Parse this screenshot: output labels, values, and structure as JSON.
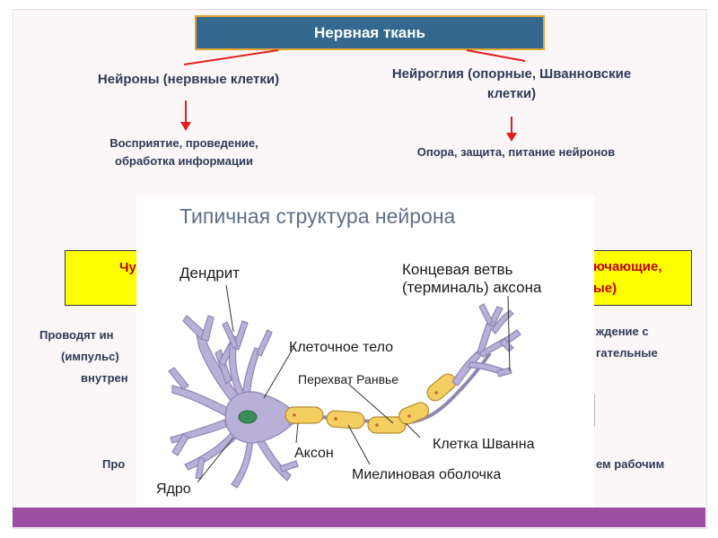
{
  "header": {
    "title": "Нервная ткань"
  },
  "top": {
    "neurons_label": "Нейроны (нервные клетки)",
    "neurons_function": [
      "Восприятие, проведение,",
      "обработка информации"
    ],
    "glia_label": [
      "Нейроглия (опорные, Шванновские",
      "клетки)"
    ],
    "glia_function": "Опора, защита, питание нейронов"
  },
  "background": {
    "yellow_left": "Чу",
    "yellow_right": [
      "ючающие,",
      "ые)"
    ],
    "left_lines": [
      "Проводят ин",
      "(импульс)",
      "внутрен"
    ],
    "left_bottom": "Про",
    "right_lines": [
      "ждение с",
      "гательные"
    ],
    "right_bottom": "ем рабочим"
  },
  "panel": {
    "title": "Типичная структура нейрона",
    "labels": {
      "dendrite": "Дендрит",
      "terminal_1": "Концевая ветвь",
      "terminal_2": "(терминаль) аксона",
      "cell_body": "Клеточное тело",
      "ranvier": "Перехват Ранвье",
      "schwann": "Клетка Шванна",
      "axon": "Аксон",
      "myelin": "Миелиновая оболочка",
      "nucleus": "Ядро"
    }
  },
  "colors": {
    "title_bg": "#35688e",
    "title_border": "#e0a332",
    "arrow": "#e02020",
    "yellow": "#ffff00",
    "neuron": "#b9b0d8",
    "myelin": "#f3cf62",
    "nucleus": "#3c8b5a",
    "bottom_bar": "#9b4fa3"
  }
}
